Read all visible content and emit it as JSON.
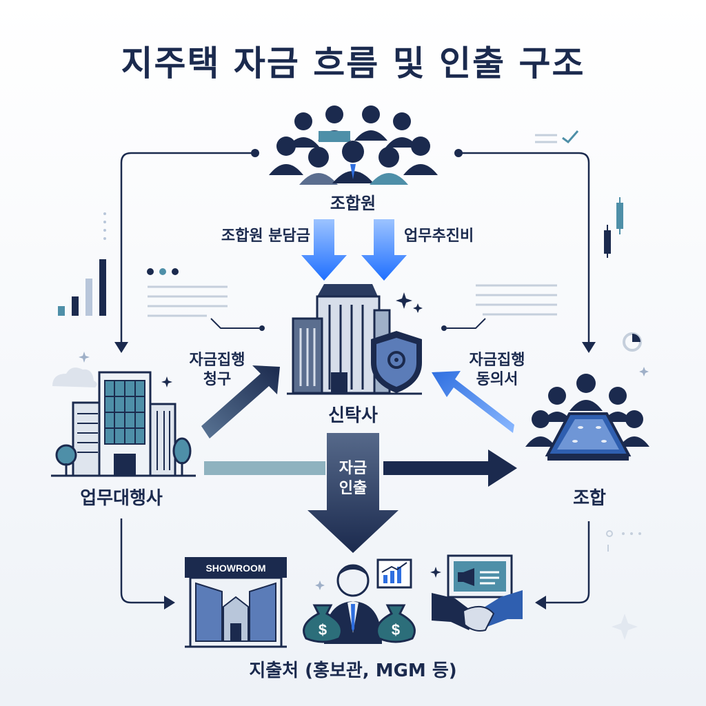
{
  "title": "지주택 자금 흐름 및 인출 구조",
  "nodes": {
    "members": "조합원",
    "trust": "신탁사",
    "agency": "업무대행사",
    "union": "조합",
    "spend": "지출처 (홍보관, MGM 등)"
  },
  "flows": {
    "member_share": "조합원 분담금",
    "business_fee": "업무추진비",
    "exec_request_1": "자금집행",
    "exec_request_2": "청구",
    "exec_consent_1": "자금집행",
    "exec_consent_2": "동의서",
    "withdraw_1": "자금",
    "withdraw_2": "인출"
  },
  "showroom_sign": "SHOWROOM",
  "colors": {
    "navy": "#1b2a4e",
    "blue": "#2f6fe0",
    "bright_blue": "#3b82f6",
    "slate": "#5b6e8f",
    "teal": "#4e8fa8"
  }
}
